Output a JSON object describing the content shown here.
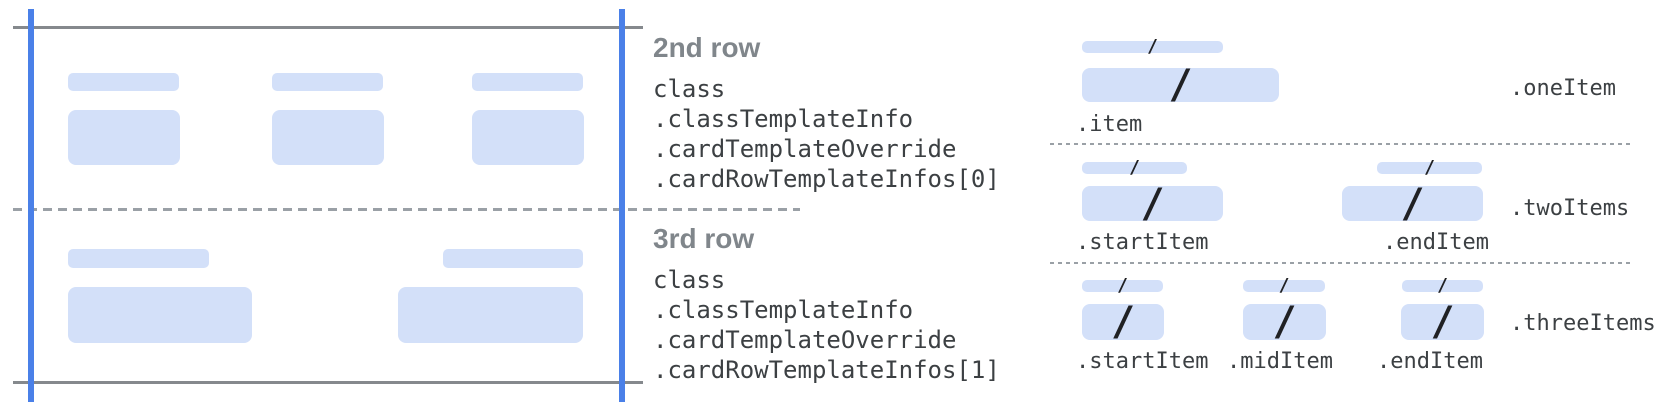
{
  "colors": {
    "accent": "#4a80e8",
    "bar": "#d3e0f9",
    "line": "#85898d",
    "dash": "#9aa0a6",
    "heading": "#80868b",
    "code": "#3c4043",
    "slash": "#202124"
  },
  "glyphs": {
    "slash": "/"
  },
  "annotations": {
    "row2": {
      "heading": "2nd row",
      "code_lines": [
        "class",
        ".classTemplateInfo",
        ".cardTemplateOverride",
        ".cardRowTemplateInfos[0]"
      ]
    },
    "row3": {
      "heading": "3rd row",
      "code_lines": [
        "class",
        ".classTemplateInfo",
        ".cardTemplateOverride",
        ".cardRowTemplateInfos[1]"
      ]
    }
  },
  "layouts": {
    "one": {
      "name": ".oneItem",
      "items": [
        {
          "label": ".item"
        }
      ]
    },
    "two": {
      "name": ".twoItems",
      "items": [
        {
          "label": ".startItem"
        },
        {
          "label": ".endItem"
        }
      ]
    },
    "three": {
      "name": ".threeItems",
      "items": [
        {
          "label": ".startItem"
        },
        {
          "label": ".midItem"
        },
        {
          "label": ".endItem"
        }
      ]
    }
  }
}
